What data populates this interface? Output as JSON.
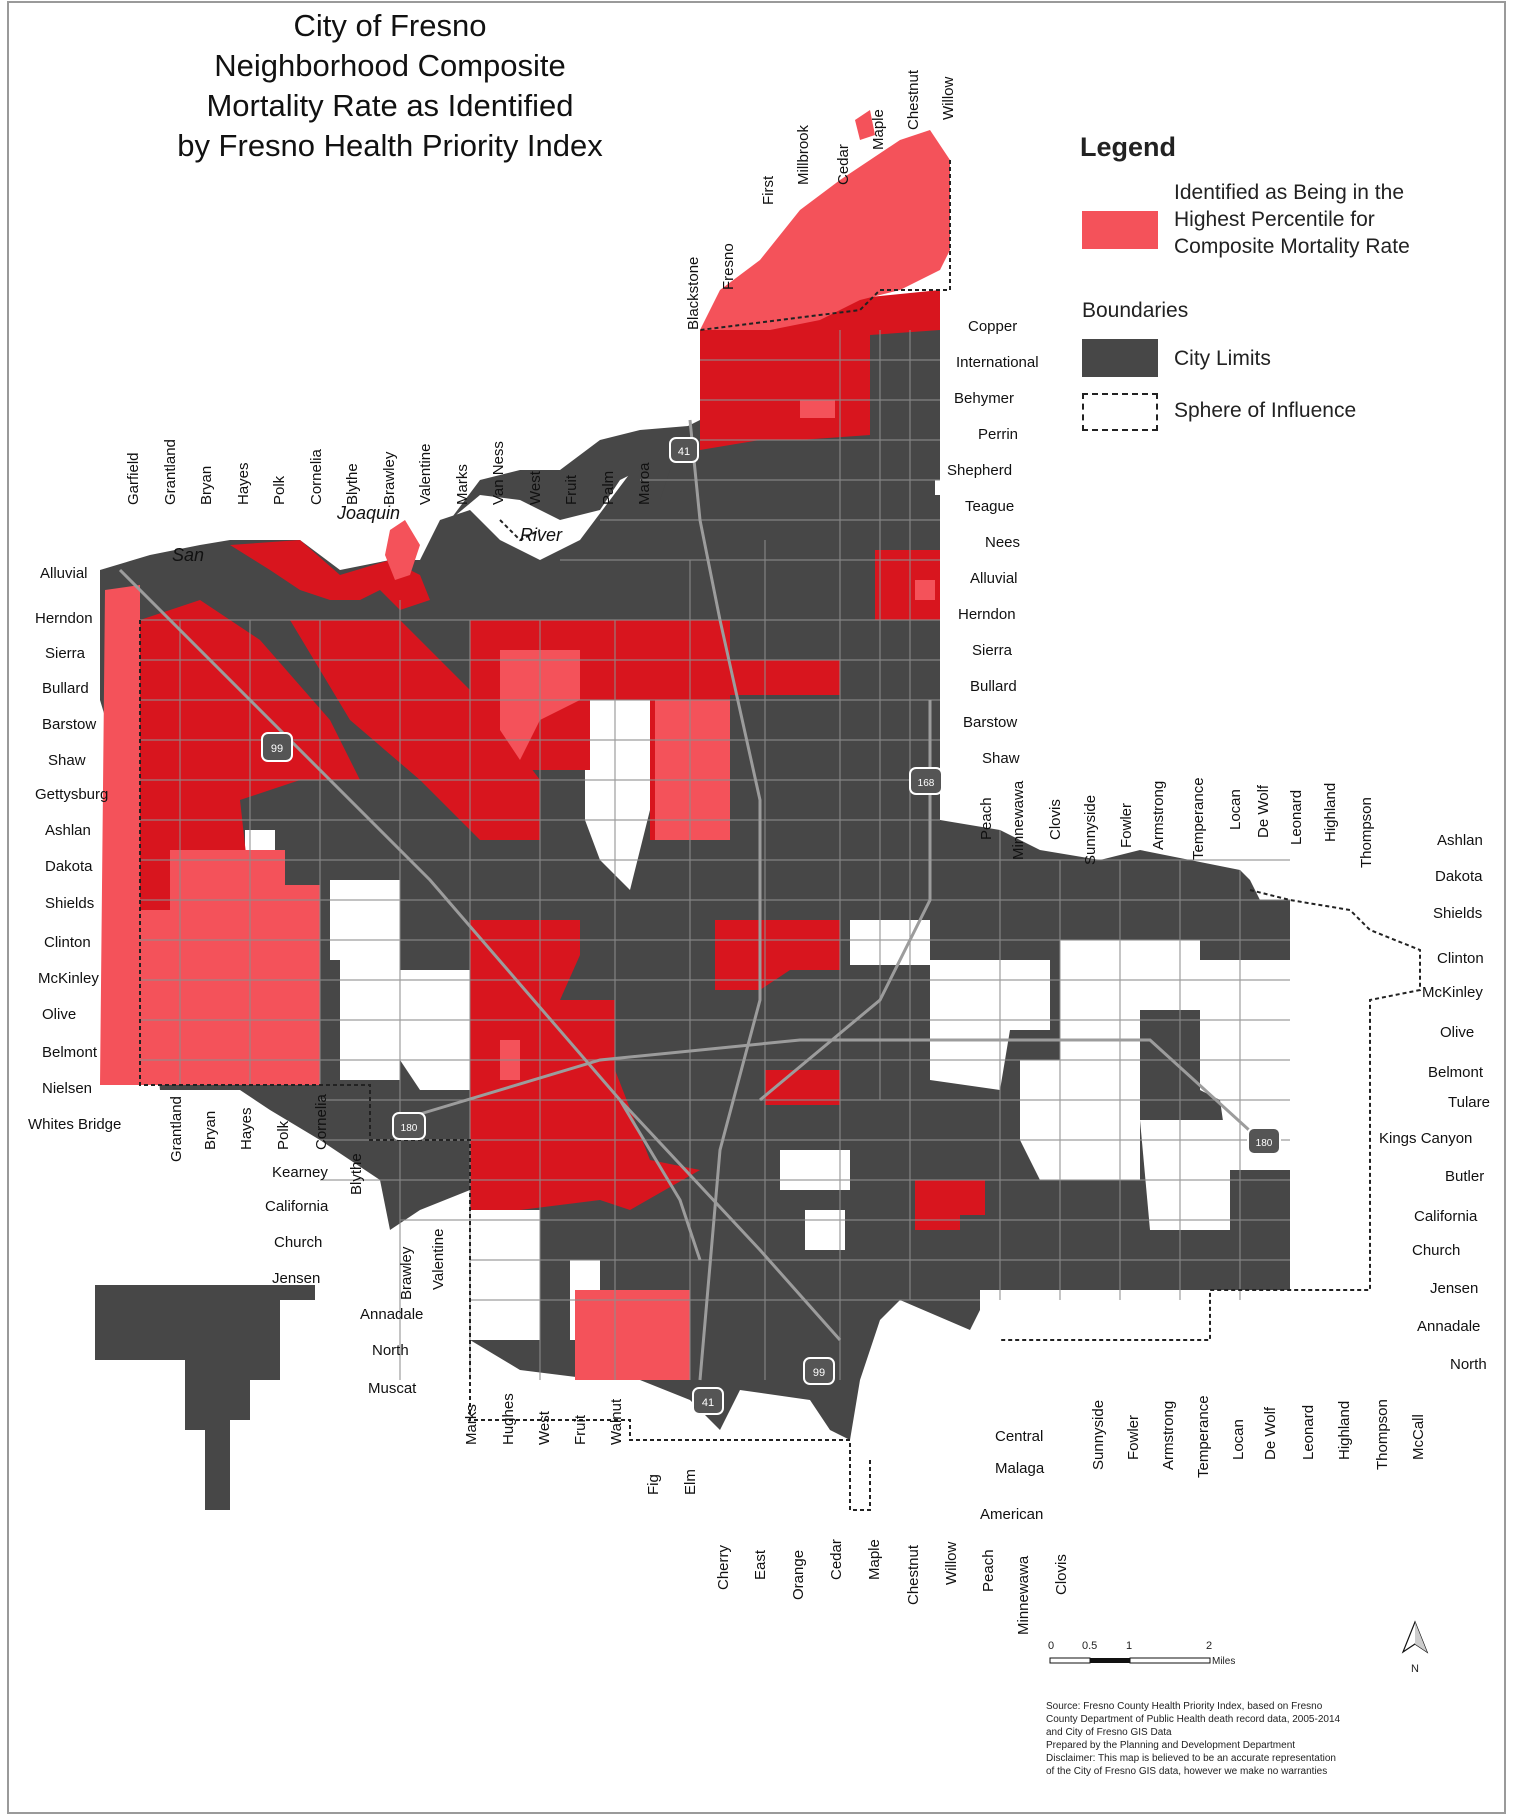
{
  "title": [
    "City of Fresno",
    "Neighborhood Composite",
    "Mortality Rate as Identified",
    "by Fresno Health Priority Index"
  ],
  "legend": {
    "title": "Legend",
    "highlight_label": [
      "Identified as Being in the",
      "Highest Percentile for",
      "Composite Mortality Rate"
    ],
    "boundaries_title": "Boundaries",
    "city_limits_label": "City Limits",
    "sphere_label": "Sphere of Influence"
  },
  "colors": {
    "city": "#474747",
    "highlight_dark": "#d8151e",
    "highlight_light": "#f4525a",
    "road": "#8e8e8e"
  },
  "streets": {
    "top_vertical": [
      "Garfield",
      "Grantland",
      "Bryan",
      "Hayes",
      "Polk",
      "Cornelia",
      "Blythe",
      "Brawley",
      "Valentine",
      "Marks",
      "Van Ness",
      "West",
      "Fruit",
      "Palm",
      "Maroa"
    ],
    "north_vertical": [
      "Blackstone",
      "Fresno",
      "First",
      "Millbrook",
      "Cedar",
      "Maple",
      "Chestnut",
      "Willow"
    ],
    "west_horizontal": [
      "Alluvial",
      "Herndon",
      "Sierra",
      "Bullard",
      "Barstow",
      "Shaw",
      "Gettysburg",
      "Ashlan",
      "Dakota",
      "Shields",
      "Clinton",
      "McKinley",
      "Olive",
      "Belmont",
      "Nielsen",
      "Whites Bridge"
    ],
    "mid_horizontal": [
      "Copper",
      "International",
      "Behymer",
      "Perrin",
      "Shepherd",
      "Teague",
      "Nees",
      "Alluvial",
      "Herndon",
      "Sierra",
      "Bullard",
      "Barstow",
      "Shaw"
    ],
    "east_vertical": [
      "Peach",
      "Minnewawa",
      "Clovis",
      "Sunnyside",
      "Fowler",
      "Armstrong",
      "Temperance",
      "Locan",
      "De Wolf",
      "Leonard",
      "Highland",
      "Thompson"
    ],
    "east_horizontal": [
      "Ashlan",
      "Dakota",
      "Shields",
      "Clinton",
      "McKinley",
      "Olive",
      "Belmont",
      "Tulare",
      "Kings Canyon",
      "Butler",
      "California",
      "Church",
      "Jensen",
      "Annadale",
      "North"
    ],
    "southwest_vertical": [
      "Grantland",
      "Bryan",
      "Hayes",
      "Polk",
      "Cornelia",
      "Blythe",
      "Brawley",
      "Valentine"
    ],
    "southwest_horizontal": [
      "Kearney",
      "California",
      "Church",
      "Jensen",
      "Annadale",
      "North",
      "Muscat"
    ],
    "south_vertical": [
      "Marks",
      "Hughes",
      "West",
      "Fruit",
      "Walnut",
      "Fig",
      "Elm"
    ],
    "south_horizontal": [
      "Central",
      "Malaga",
      "American"
    ],
    "southeast_vertical": [
      "Sunnyside",
      "Fowler",
      "Armstrong",
      "Temperance",
      "Locan",
      "De Wolf",
      "Leonard",
      "Highland",
      "Thompson",
      "McCall"
    ],
    "bottom_vertical": [
      "Cherry",
      "East",
      "Orange",
      "Cedar",
      "Maple",
      "Chestnut",
      "Willow",
      "Peach",
      "Minnewawa",
      "Clovis"
    ],
    "river": [
      "San",
      "Joaquin",
      "River"
    ]
  },
  "highways": [
    "41",
    "99",
    "168",
    "180",
    "180",
    "99",
    "41"
  ],
  "scale": {
    "ticks": [
      "0",
      "0.5",
      "1",
      "2"
    ],
    "unit": "Miles"
  },
  "north_label": "N",
  "source": [
    "Source: Fresno County Health Priority Index, based on Fresno",
    "County Department of Public Health death record data, 2005-2014",
    "and City of Fresno GIS Data",
    "Prepared by the Planning and Development Department",
    "Disclaimer: This map is believed to be an accurate representation",
    "of the City of Fresno GIS data, however we make no warranties"
  ]
}
